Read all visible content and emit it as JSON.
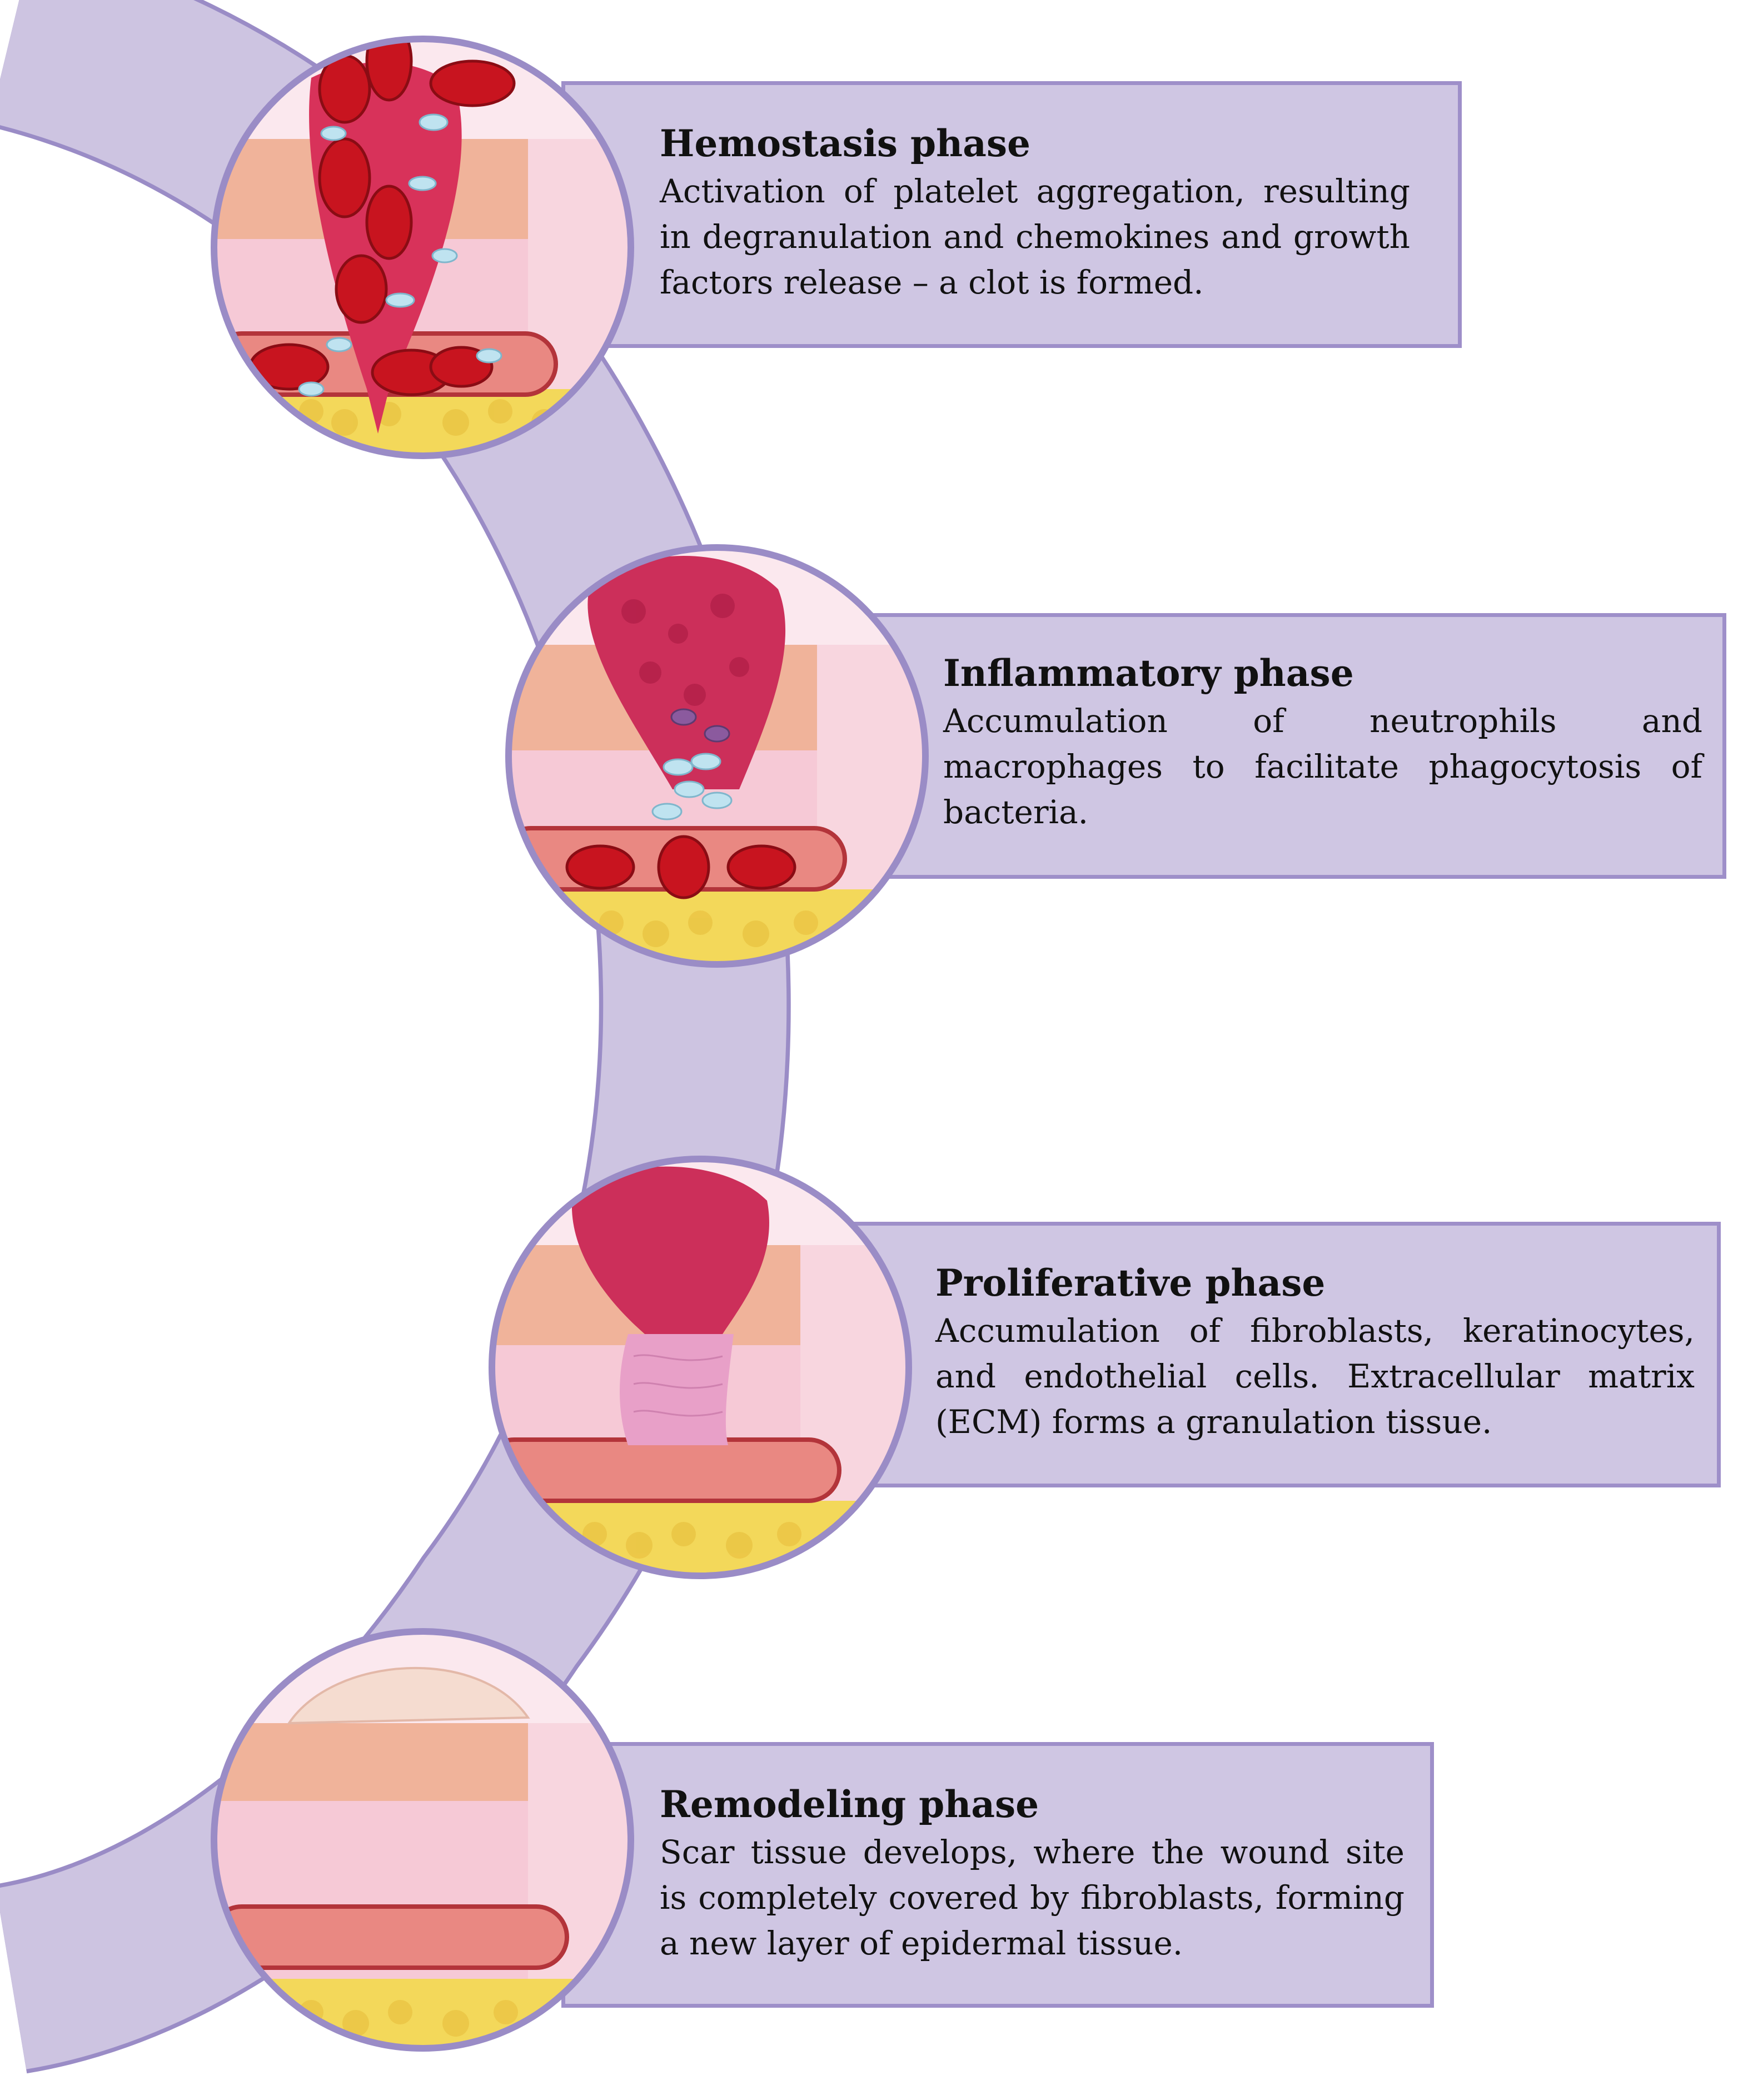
{
  "phases": [
    {
      "title": "Hemostasis phase",
      "description": "Activation of platelet aggregation, resulting in degranulation and chemokines and growth factors release – a clot is formed."
    },
    {
      "title": "Inflammatory phase",
      "description": "Accumulation of neutrophils and macrophages to facilitate phagocytosis of bacteria."
    },
    {
      "title": "Proliferative phase",
      "description": "Accumulation of fibroblasts, keratinocytes, and endothelial cells. Extracellular matrix (ECM) forms a granulation tissue."
    },
    {
      "title": "Remodeling phase",
      "description": "Scar tissue develops, where the wound site is completely covered by fibroblasts, forming a new layer of epidermal tissue."
    }
  ],
  "colors": {
    "arc_fill": "#cdc4e1",
    "arc_stroke": "#9a8cc6",
    "card_fill": "#cfc6e3",
    "card_border": "#9e8fc9",
    "skin_pink": "#f6c9d6",
    "dermis": "#f0a6b5",
    "clot_red": "#d8325a",
    "rbc_red": "#c8141f",
    "fat_yellow": "#f3d85a",
    "vessel": "#e98882"
  }
}
